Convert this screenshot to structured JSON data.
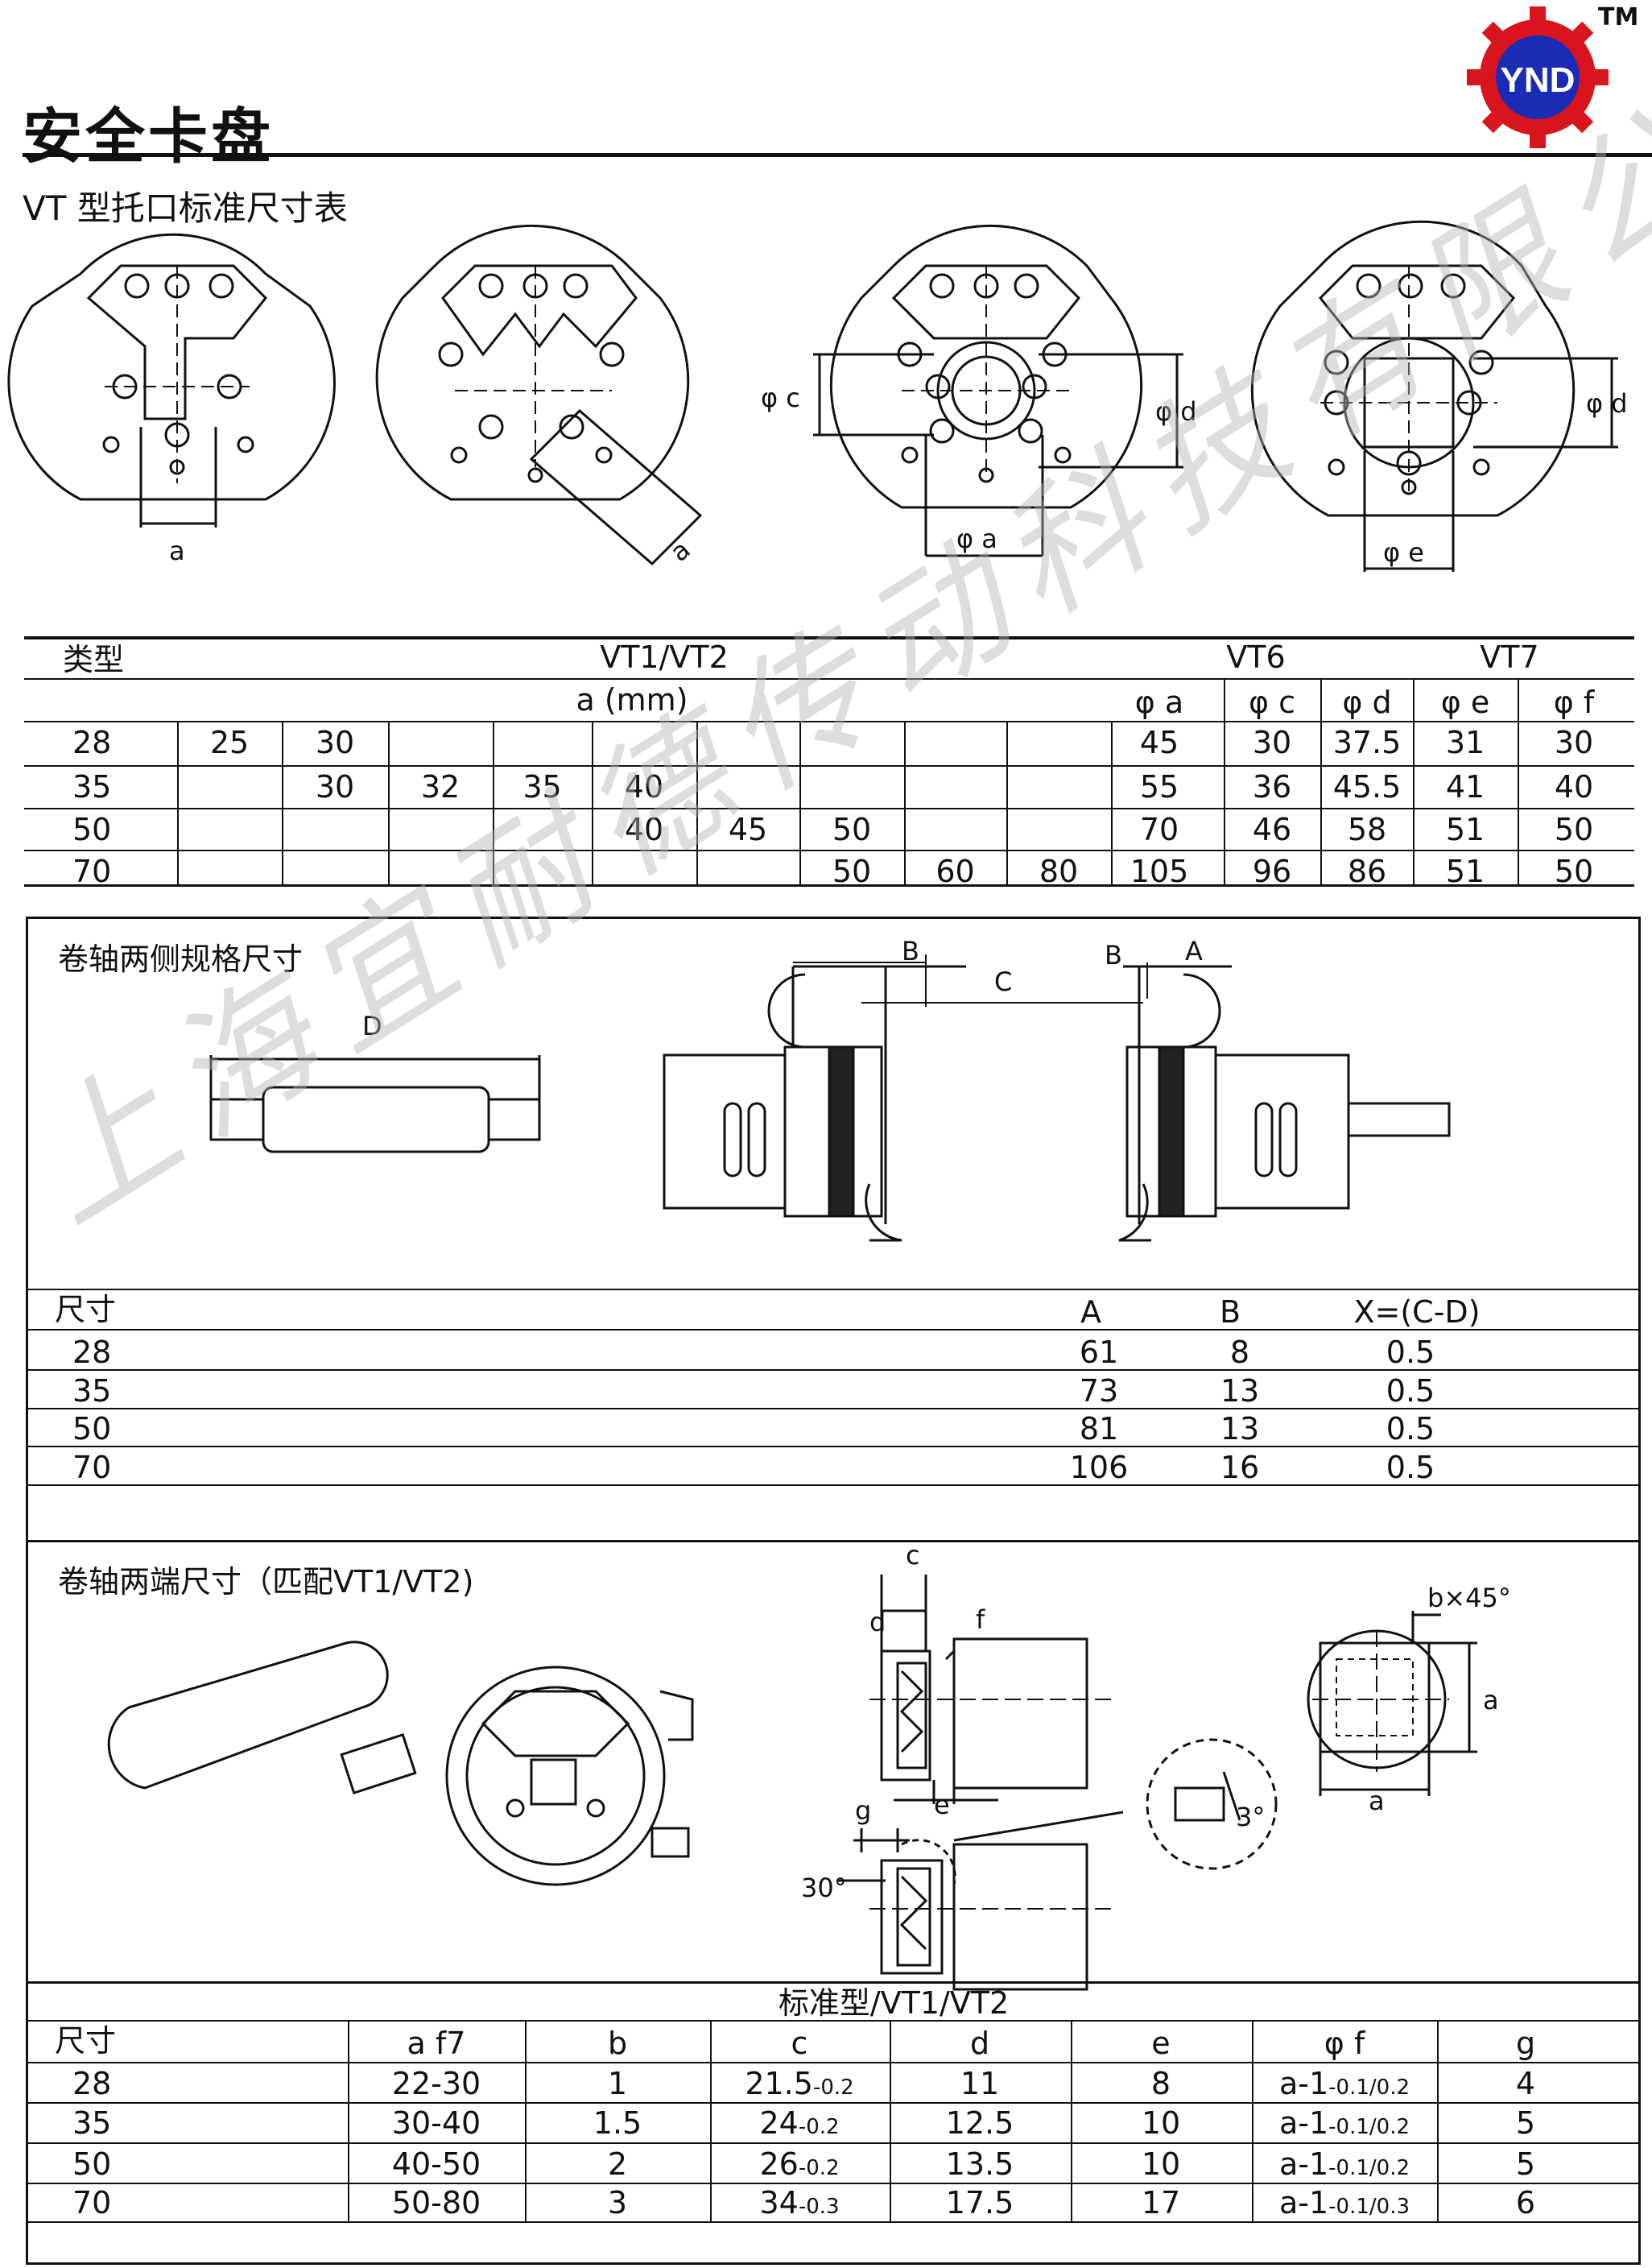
{
  "header": {
    "title": "安全卡盘",
    "subtitle": "VT 型托口标准尺寸表",
    "logo_text": "YND",
    "tm": "TM"
  },
  "drawing_labels": {
    "d1_a": "a",
    "d2_a": "a",
    "d3_phic": "φ c",
    "d3_phid": "φ d",
    "d3_phia": "φ a",
    "d4_phid": "φ d",
    "d4_phie": "φ e"
  },
  "vt_table": {
    "type_label": "类型",
    "group_vt12": "VT1/VT2",
    "group_vt6": "VT6",
    "group_vt7": "VT7",
    "a_unit": "a (mm)",
    "col_phia": "φ a",
    "col_phic": "φ c",
    "col_phid": "φ d",
    "col_phie": "φ e",
    "col_phif": "φ f",
    "rows": [
      {
        "size": "28",
        "a": [
          "25",
          "30",
          "",
          "",
          "",
          "",
          "",
          "",
          "",
          ""
        ],
        "phia": "45",
        "phic": "30",
        "phid": "37.5",
        "phie": "31",
        "phif": "30"
      },
      {
        "size": "35",
        "a": [
          "",
          "30",
          "32",
          "35",
          "40",
          "",
          "",
          "",
          "",
          ""
        ],
        "phia": "55",
        "phic": "36",
        "phid": "45.5",
        "phie": "41",
        "phif": "40"
      },
      {
        "size": "50",
        "a": [
          "",
          "",
          "",
          "",
          "40",
          "45",
          "50",
          "",
          "",
          ""
        ],
        "phia": "70",
        "phic": "46",
        "phid": "58",
        "phie": "51",
        "phif": "50"
      },
      {
        "size": "70",
        "a": [
          "",
          "",
          "",
          "",
          "",
          "",
          "50",
          "60",
          "80",
          ""
        ],
        "phia": "105",
        "phic": "96",
        "phid": "86",
        "phie": "51",
        "phif": "50"
      }
    ]
  },
  "side_section": {
    "title": "卷轴两侧规格尺寸",
    "label_D": "D",
    "label_B1": "B",
    "label_C": "C",
    "label_B2": "B",
    "label_A": "A",
    "col_size": "尺寸",
    "col_A": "A",
    "col_B": "B",
    "col_X": "X=(C-D)",
    "rows": [
      {
        "size": "28",
        "A": "61",
        "B": "8",
        "X": "0.5"
      },
      {
        "size": "35",
        "A": "73",
        "B": "13",
        "X": "0.5"
      },
      {
        "size": "50",
        "A": "81",
        "B": "13",
        "X": "0.5"
      },
      {
        "size": "70",
        "A": "106",
        "B": "16",
        "X": "0.5"
      }
    ]
  },
  "end_section": {
    "title": "卷轴两端尺寸（匹配VT1/VT2)",
    "label_c": "c",
    "label_d": "d",
    "label_f": "f",
    "label_e": "e",
    "label_g": "g",
    "label_30": "30°",
    "label_3": "3°",
    "label_bx45": "b×45°",
    "label_a_right": "a",
    "label_a_bottom": "a",
    "table_caption": "标准型/VT1/VT2",
    "headers": [
      "尺寸",
      "a f7",
      "b",
      "c",
      "d",
      "e",
      "φ f",
      "g"
    ],
    "rows": [
      {
        "size": "28",
        "a": "22-30",
        "b": "1",
        "c": "21.5",
        "c_tol": "-0.2",
        "d": "11",
        "e": "8",
        "f": "a-1",
        "f_tol": "-0.1/0.2",
        "g": "4"
      },
      {
        "size": "35",
        "a": "30-40",
        "b": "1.5",
        "c": "24",
        "c_tol": "-0.2",
        "d": "12.5",
        "e": "10",
        "f": "a-1",
        "f_tol": "-0.1/0.2",
        "g": "5"
      },
      {
        "size": "50",
        "a": "40-50",
        "b": "2",
        "c": "26",
        "c_tol": "-0.2",
        "d": "13.5",
        "e": "10",
        "f": "a-1",
        "f_tol": "-0.1/0.2",
        "g": "5"
      },
      {
        "size": "70",
        "a": "50-80",
        "b": "3",
        "c": "34",
        "c_tol": "-0.3",
        "d": "17.5",
        "e": "17",
        "f": "a-1",
        "f_tol": "-0.1/0.3",
        "g": "6"
      }
    ]
  },
  "watermark": "上海宜耐德传动科技有限公司",
  "colors": {
    "logo_red": "#d8141c",
    "logo_blue": "#1a2cb5",
    "ink": "#111111",
    "watermark": "#d8d8d8"
  }
}
